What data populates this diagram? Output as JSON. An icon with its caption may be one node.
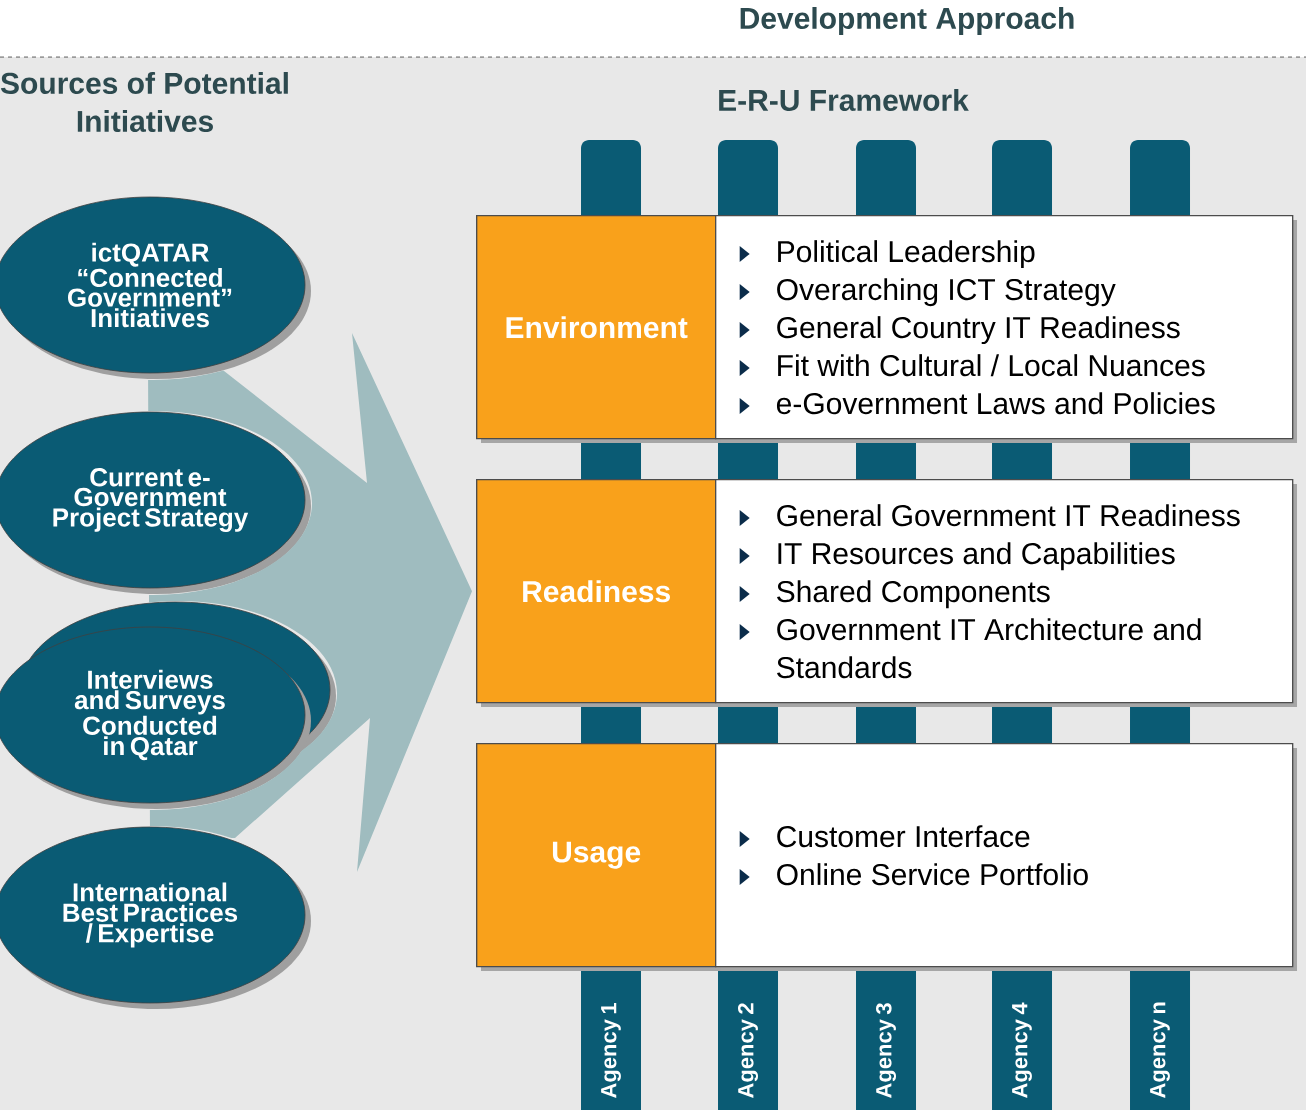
{
  "diagram": {
    "title": "Development Approach",
    "nodes": [
      {
        "text": [
          "ictQATAR “Connected Government” Initiatives"
        ]
      },
      {
        "text": [
          "Current e-Government Project Strategy"
        ]
      },
      {
        "text": [
          "Interviews and Surveys Conducted in Qatar"
        ]
      },
      {
        "text": [
          "International Best Practices / Expertise"
        ]
      },
      {
        "text": [
          "Environment"
        ]
      },
      {
        "text": [
          "Political Leadership",
          "Overarching ICT Strategy",
          "General Country IT Readiness",
          "Fit with Cultural / Local Nuances",
          "e-Government Laws and Policies"
        ]
      },
      {
        "text": [
          "Readiness"
        ]
      },
      {
        "text": [
          "General Government IT Readiness",
          "IT Resources and Capabilities",
          "Shared Components",
          "Government IT Architecture and Standards"
        ]
      },
      {
        "text": [
          "Usage"
        ]
      },
      {
        "text": [
          "Customer Interface",
          "Online Service Portfolio"
        ]
      },
      {
        "text": [
          "Agency 1"
        ]
      },
      {
        "text": [
          "Agency 2"
        ]
      },
      {
        "text": [
          "Agency 3"
        ]
      },
      {
        "text": [
          "Agency 4"
        ]
      },
      {
        "text": [
          "Agency n"
        ]
      }
    ],
    "edges": [
      {
        "from": 0,
        "to": 6,
        "arrow": "to"
      },
      {
        "from": 1,
        "to": 6,
        "arrow": "to"
      },
      {
        "from": 2,
        "to": 6,
        "arrow": "to"
      },
      {
        "from": 3,
        "to": 6,
        "arrow": "to"
      }
    ],
    "labels": [
      "Sources of Potential Initiatives",
      "E-R-U Framework"
    ]
  }
}
